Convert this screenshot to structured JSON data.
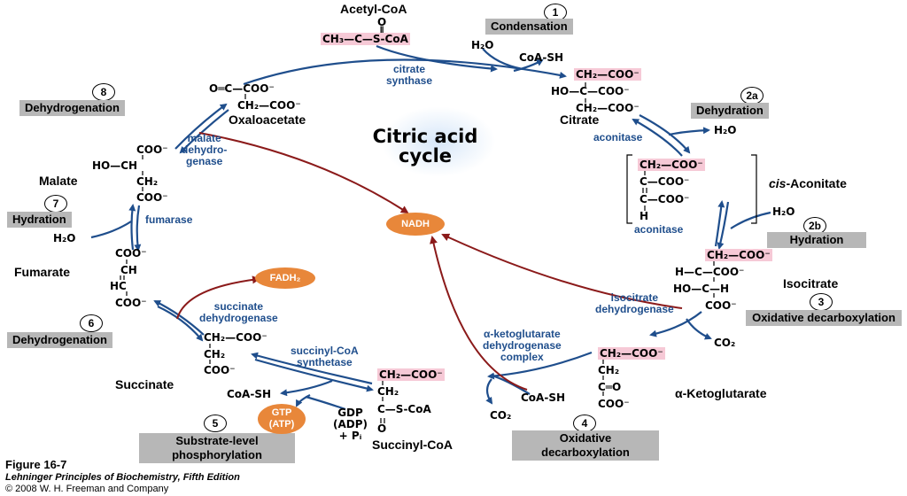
{
  "title": "Citric acid cycle",
  "steps": [
    {
      "num": "1",
      "label": "Condensation"
    },
    {
      "num": "2a",
      "label": "Dehydration"
    },
    {
      "num": "2b",
      "label": "Hydration"
    },
    {
      "num": "3",
      "label": "Oxidative decarboxylation"
    },
    {
      "num": "4",
      "label": "Oxidative decarboxylation"
    },
    {
      "num": "5",
      "label": "Substrate-level phosphorylation"
    },
    {
      "num": "6",
      "label": "Dehydrogenation"
    },
    {
      "num": "7",
      "label": "Hydration"
    },
    {
      "num": "8",
      "label": "Dehydrogenation"
    }
  ],
  "compounds": {
    "acetyl_coa": "Acetyl-CoA",
    "oxaloacetate": "Oxaloacetate",
    "citrate": "Citrate",
    "cis_aconitate_prefix": "cis",
    "cis_aconitate_rest": "-Aconitate",
    "isocitrate": "Isocitrate",
    "ketoglutarate": "α-Ketoglutarate",
    "succinyl_coa": "Succinyl-CoA",
    "succinate": "Succinate",
    "fumarate": "Fumarate",
    "malate": "Malate"
  },
  "enzymes": {
    "citrate_synthase": "citrate\nsynthase",
    "aconitase_1": "aconitase",
    "aconitase_2": "aconitase",
    "isocitrate_dh": "isocitrate\ndehydrogenase",
    "akg_dh": "α-ketoglutarate\ndehydrogenase\ncomplex",
    "succinyl_coa_synthetase": "succinyl-CoA\nsynthetase",
    "succinate_dh": "succinate\ndehydrogenase",
    "fumarase": "fumarase",
    "malate_dh": "malate\ndehydro-\ngenase"
  },
  "cofactors": {
    "nadh": "NADH",
    "fadh2": "FADH₂",
    "gtp": "GTP\n(ATP)",
    "gdp": "GDP\n(ADP)\n+ Pᵢ",
    "h2o_1": "H₂O",
    "coash_1": "CoA-SH",
    "h2o_2a": "H₂O",
    "h2o_2b": "H₂O",
    "co2_3": "CO₂",
    "coash_4": "CoA-SH",
    "co2_4": "CO₂",
    "coash_5": "CoA-SH",
    "h2o_7": "H₂O"
  },
  "structures": {
    "acetyl_coa_o": "O",
    "acetyl_coa_dbl": "‖",
    "acetyl_coa_main": "CH₃—C—S-CoA",
    "oxalo_1": "O═C—COO⁻",
    "oxalo_2": "CH₂—COO⁻",
    "citrate_1": "CH₂—COO⁻",
    "citrate_2": "HO—C—COO⁻",
    "citrate_3": "CH₂—COO⁻",
    "cis_1": "CH₂—COO⁻",
    "cis_2": "C—COO⁻",
    "cis_3": "C—COO⁻",
    "cis_4": "H",
    "iso_1": "CH₂—COO⁻",
    "iso_2": "H—C—COO⁻",
    "iso_3": "HO—C—H",
    "iso_4": "COO⁻",
    "akg_1": "CH₂—COO⁻",
    "akg_2": "CH₂",
    "akg_3": "C═O",
    "akg_4": "COO⁻",
    "sco_1": "CH₂—COO⁻",
    "sco_2": "CH₂",
    "sco_3": "C—S-CoA",
    "sco_4": "O",
    "succ_1": "CH₂—COO⁻",
    "succ_2": "CH₂",
    "succ_3": "COO⁻",
    "fum_1": "COO⁻",
    "fum_2": "CH",
    "fum_3": "HC",
    "fum_4": "COO⁻",
    "mal_1": "COO⁻",
    "mal_2": "HO—CH",
    "mal_3": "CH₂",
    "mal_4": "COO⁻"
  },
  "caption": {
    "figure": "Figure 16-7",
    "book": "Lehninger Principles of Biochemistry, Fifth Edition",
    "copyright": "© 2008 W. H. Freeman and Company"
  },
  "colors": {
    "arrow_blue": "#1f4e8c",
    "arrow_red": "#8b1a1a",
    "highlight_pink": "#f6c9d6",
    "step_box_gray": "#b7b7b7",
    "cofactor_orange": "#e8873a"
  }
}
